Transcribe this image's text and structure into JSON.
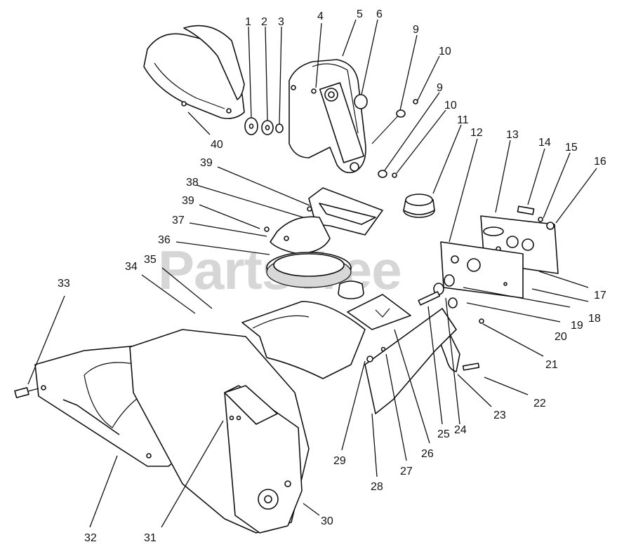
{
  "watermark": {
    "text": "PartsTree"
  },
  "callouts": [
    {
      "id": "1",
      "label": "1"
    },
    {
      "id": "2",
      "label": "2"
    },
    {
      "id": "3",
      "label": "3"
    },
    {
      "id": "4",
      "label": "4"
    },
    {
      "id": "5",
      "label": "5"
    },
    {
      "id": "6",
      "label": "6"
    },
    {
      "id": "9a",
      "label": "9"
    },
    {
      "id": "10a",
      "label": "10"
    },
    {
      "id": "9b",
      "label": "9"
    },
    {
      "id": "10b",
      "label": "10"
    },
    {
      "id": "11",
      "label": "11"
    },
    {
      "id": "12",
      "label": "12"
    },
    {
      "id": "13",
      "label": "13"
    },
    {
      "id": "14",
      "label": "14"
    },
    {
      "id": "15",
      "label": "15"
    },
    {
      "id": "16",
      "label": "16"
    },
    {
      "id": "17",
      "label": "17"
    },
    {
      "id": "18",
      "label": "18"
    },
    {
      "id": "19",
      "label": "19"
    },
    {
      "id": "20",
      "label": "20"
    },
    {
      "id": "21",
      "label": "21"
    },
    {
      "id": "22",
      "label": "22"
    },
    {
      "id": "23",
      "label": "23"
    },
    {
      "id": "24",
      "label": "24"
    },
    {
      "id": "25",
      "label": "25"
    },
    {
      "id": "26",
      "label": "26"
    },
    {
      "id": "27",
      "label": "27"
    },
    {
      "id": "28",
      "label": "28"
    },
    {
      "id": "29",
      "label": "29"
    },
    {
      "id": "30",
      "label": "30"
    },
    {
      "id": "31",
      "label": "31"
    },
    {
      "id": "32",
      "label": "32"
    },
    {
      "id": "33",
      "label": "33"
    },
    {
      "id": "34",
      "label": "34"
    },
    {
      "id": "35",
      "label": "35"
    },
    {
      "id": "36",
      "label": "36"
    },
    {
      "id": "37",
      "label": "37"
    },
    {
      "id": "38",
      "label": "38"
    },
    {
      "id": "39a",
      "label": "39"
    },
    {
      "id": "39b",
      "label": "39"
    },
    {
      "id": "40",
      "label": "40"
    }
  ]
}
